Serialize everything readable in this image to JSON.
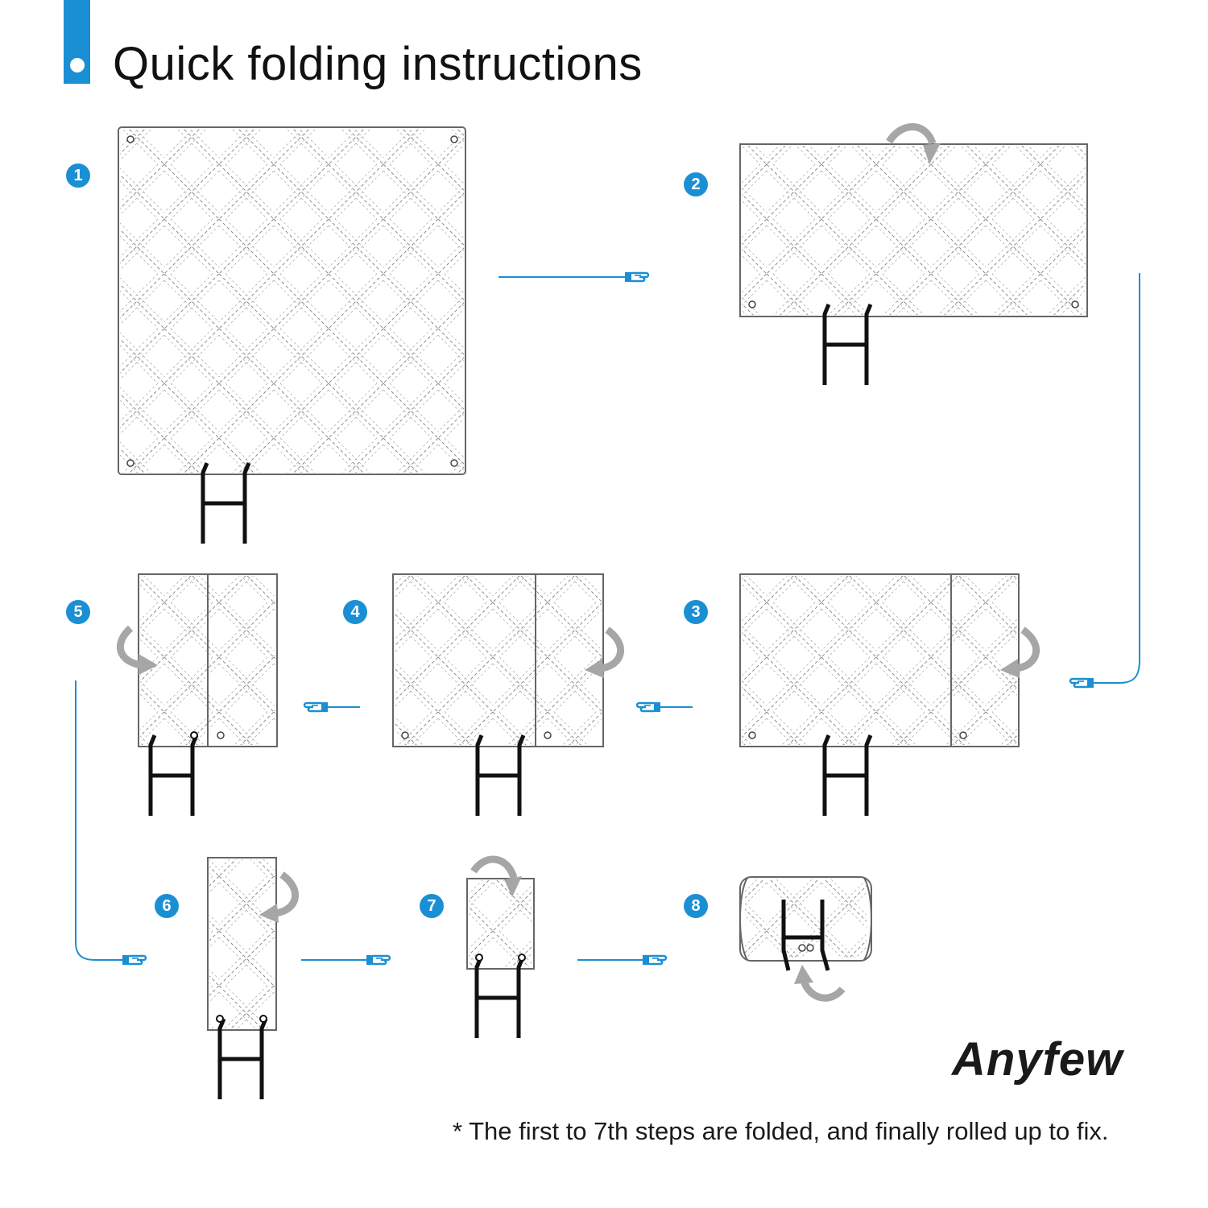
{
  "header": {
    "title": "Quick folding instructions",
    "accent_color": "#1b8fd3"
  },
  "steps": [
    {
      "number": "1"
    },
    {
      "number": "2"
    },
    {
      "number": "3"
    },
    {
      "number": "4"
    },
    {
      "number": "5"
    },
    {
      "number": "6"
    },
    {
      "number": "7"
    },
    {
      "number": "8"
    }
  ],
  "brand": "Anyfew",
  "footnote": "* The first to 7th steps are folded, and finally rolled up to fix.",
  "colors": {
    "connector": "#1b8fd3",
    "panel_border": "#666666",
    "fold_arrow": "#a6a6a6",
    "handle": "#111111"
  },
  "icons": [
    "pointing-hand-icon",
    "fold-arrow-icon",
    "grommet-icon"
  ]
}
